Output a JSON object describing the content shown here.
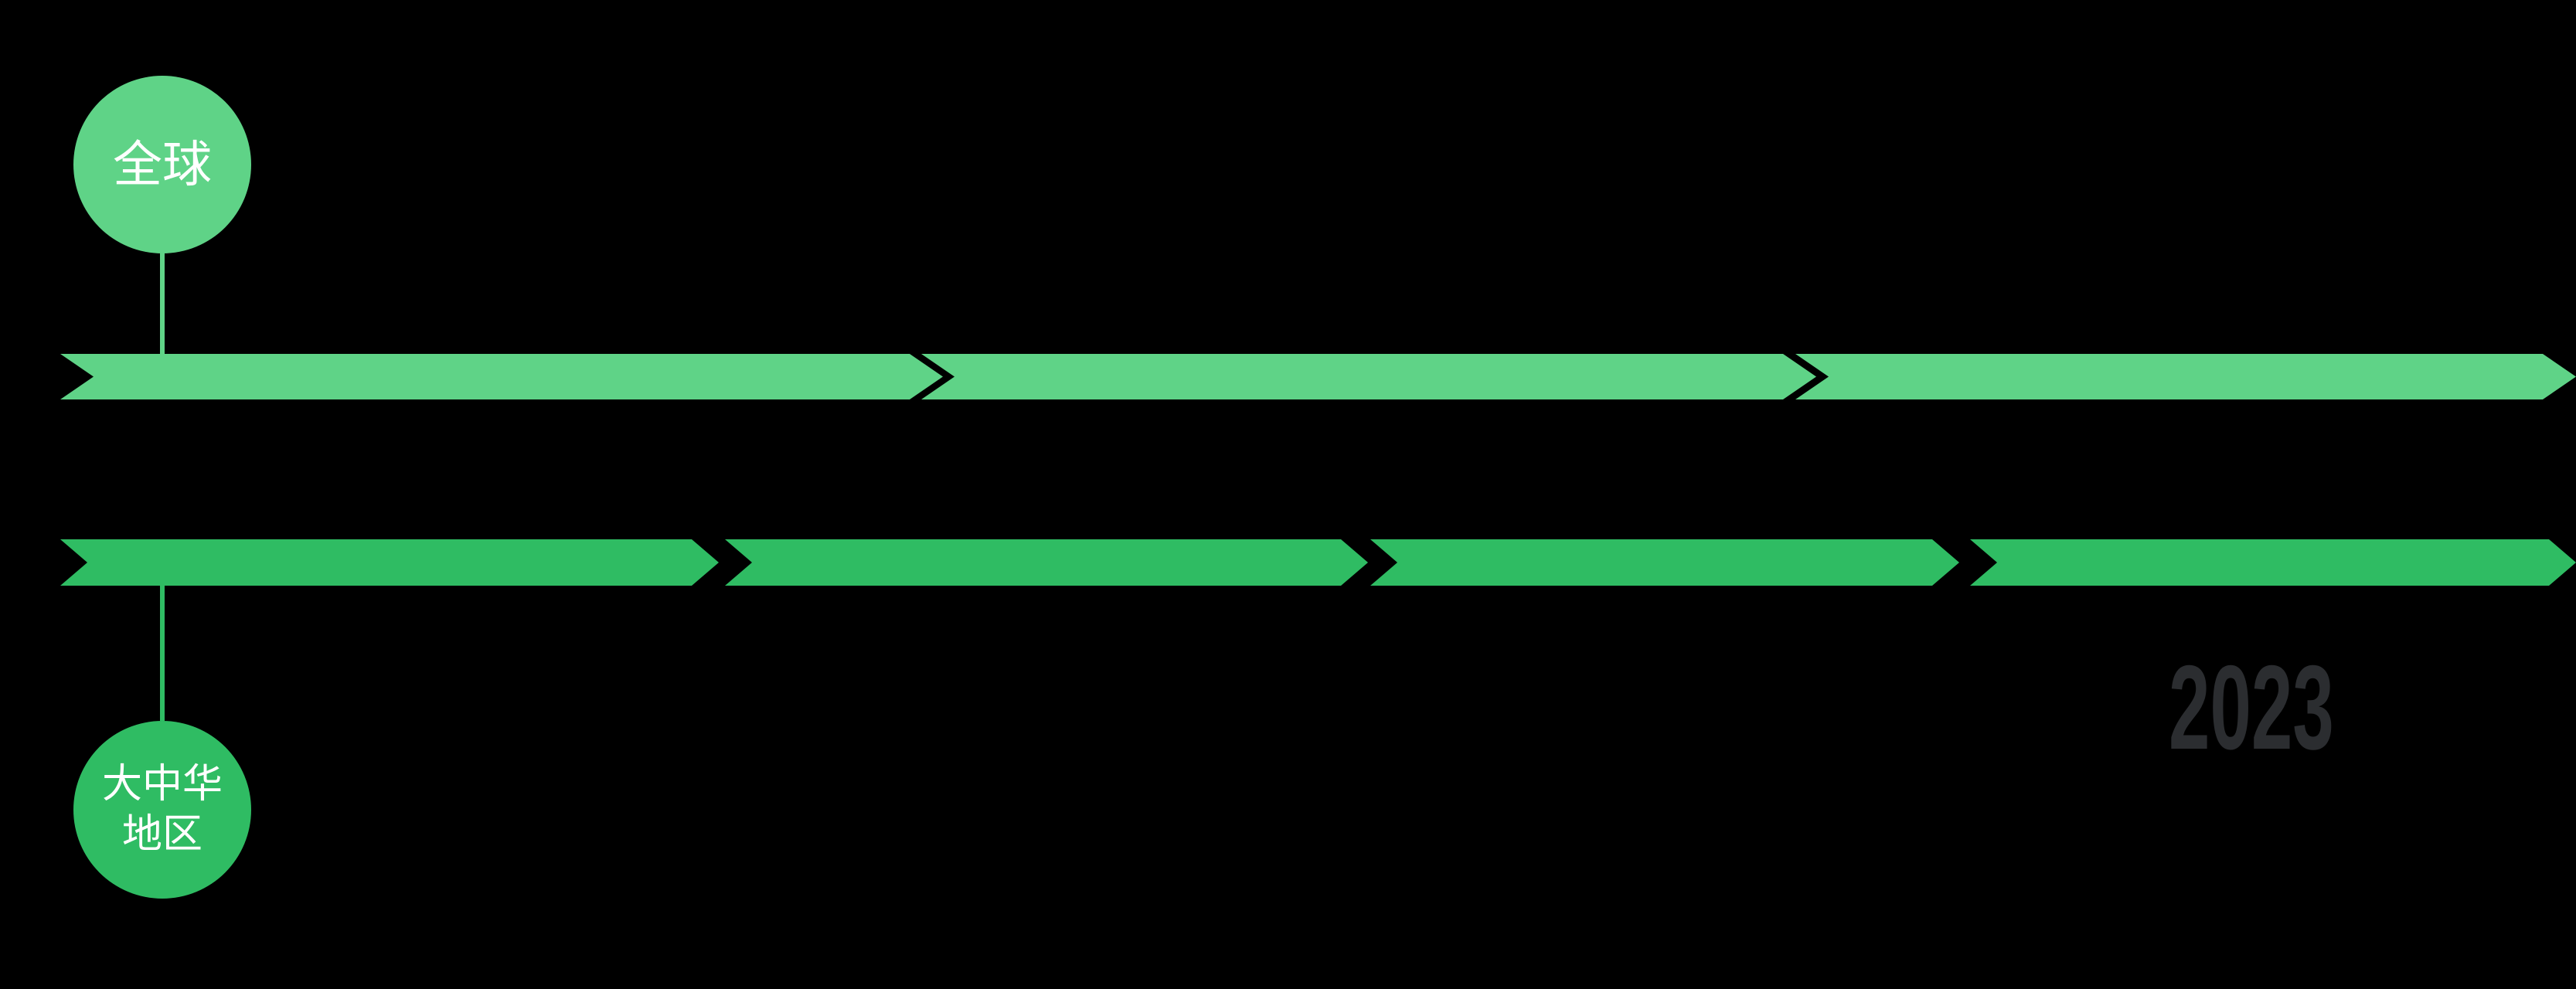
{
  "page": {
    "background": "#000000"
  },
  "timelines": [
    {
      "name": "global",
      "label_lines": [
        "全球"
      ],
      "color": "#5FD387",
      "segment_count": 3
    },
    {
      "name": "greater-china",
      "label_lines": [
        "大中华",
        "地区"
      ],
      "color": "#2FBC63",
      "segment_count": 4
    }
  ],
  "year_label": {
    "text": "2023",
    "color": "#2B2D30"
  }
}
